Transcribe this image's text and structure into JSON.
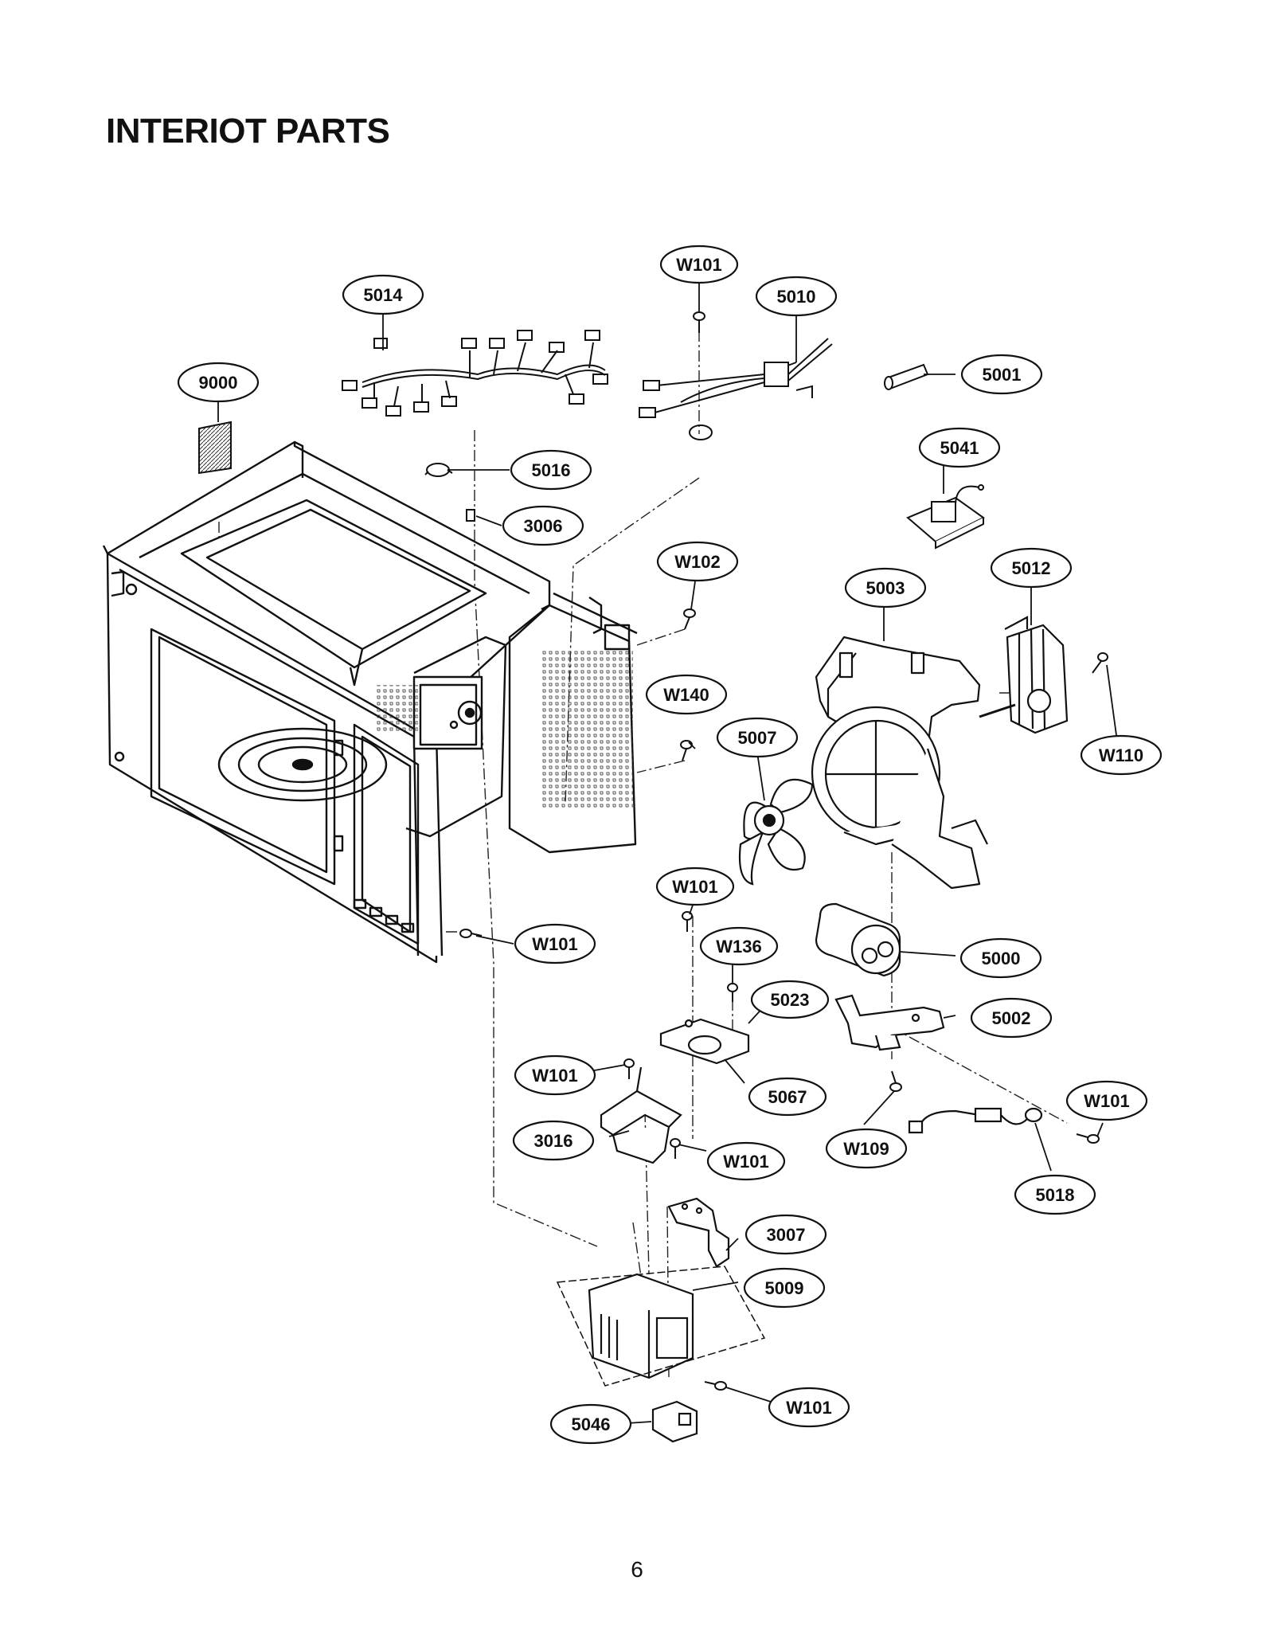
{
  "title": "INTERIOT PARTS",
  "page_number": "6",
  "callouts": [
    {
      "id": "c-w101-top",
      "text": "W101"
    },
    {
      "id": "c-5014",
      "text": "5014"
    },
    {
      "id": "c-5010",
      "text": "5010"
    },
    {
      "id": "c-9000",
      "text": "9000"
    },
    {
      "id": "c-5001",
      "text": "5001"
    },
    {
      "id": "c-5041",
      "text": "5041"
    },
    {
      "id": "c-5016",
      "text": "5016"
    },
    {
      "id": "c-3006",
      "text": "3006"
    },
    {
      "id": "c-w102",
      "text": "W102"
    },
    {
      "id": "c-5012",
      "text": "5012"
    },
    {
      "id": "c-5003",
      "text": "5003"
    },
    {
      "id": "c-w140",
      "text": "W140"
    },
    {
      "id": "c-5007",
      "text": "5007"
    },
    {
      "id": "c-w110",
      "text": "W110"
    },
    {
      "id": "c-w101-mid",
      "text": "W101"
    },
    {
      "id": "c-w101-left",
      "text": "W101"
    },
    {
      "id": "c-w136",
      "text": "W136"
    },
    {
      "id": "c-5000",
      "text": "5000"
    },
    {
      "id": "c-5023",
      "text": "5023"
    },
    {
      "id": "c-5002",
      "text": "5002"
    },
    {
      "id": "c-w101-5067",
      "text": "W101"
    },
    {
      "id": "c-5067",
      "text": "5067"
    },
    {
      "id": "c-w101-right",
      "text": "W101"
    },
    {
      "id": "c-3016",
      "text": "3016"
    },
    {
      "id": "c-w101-3016",
      "text": "W101"
    },
    {
      "id": "c-w109",
      "text": "W109"
    },
    {
      "id": "c-5018",
      "text": "5018"
    },
    {
      "id": "c-3007",
      "text": "3007"
    },
    {
      "id": "c-5009",
      "text": "5009"
    },
    {
      "id": "c-5046",
      "text": "5046"
    },
    {
      "id": "c-w101-bottom",
      "text": "W101"
    }
  ]
}
